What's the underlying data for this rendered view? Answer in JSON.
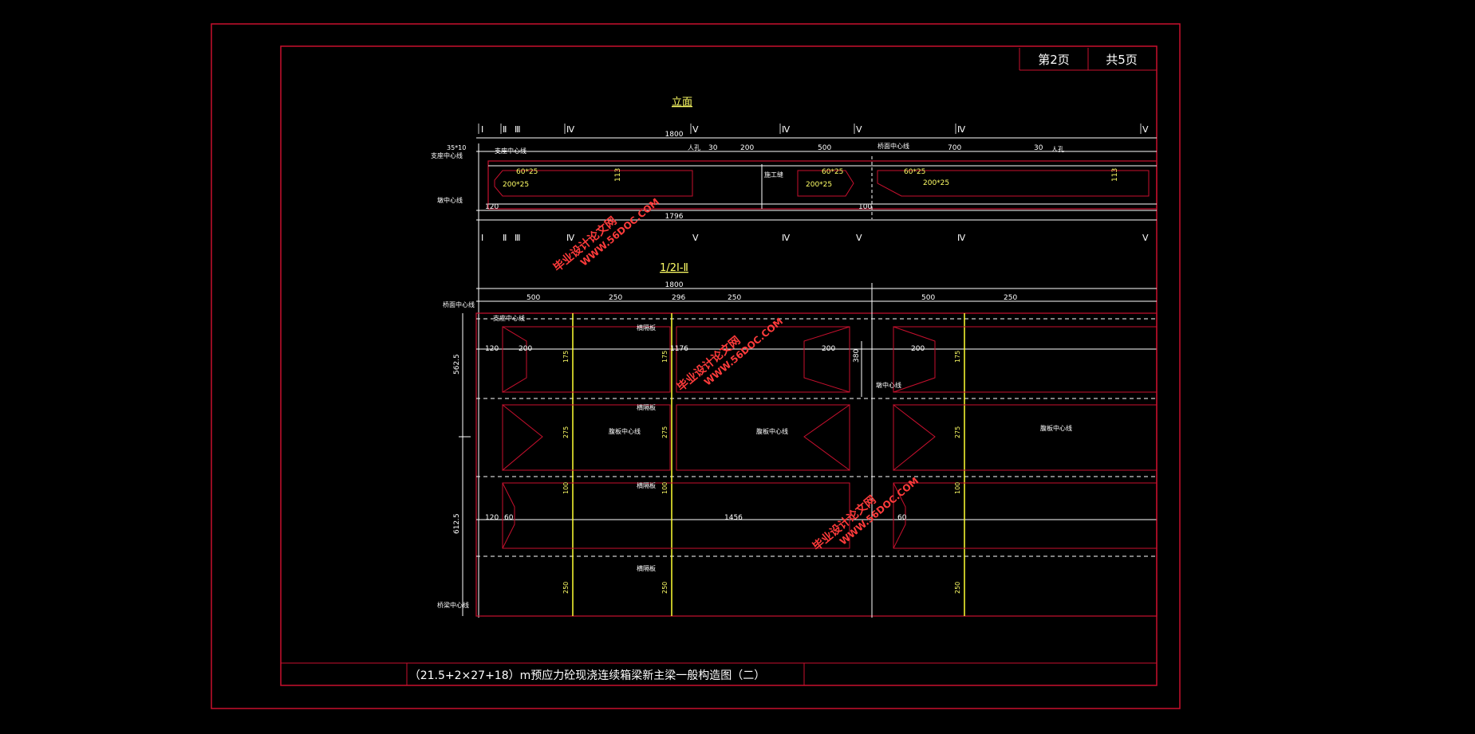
{
  "title_block": {
    "page_label": "第2页",
    "total_label": "共5页",
    "drawing_title": "（21.5+2×27+18）m预应力砼现浇连续箱梁新主梁一般构造图（二）"
  },
  "views": {
    "elevation_title": "立面",
    "plan_title": "1/2Ⅰ-Ⅱ"
  },
  "section_marks_top": [
    "Ⅰ",
    "Ⅱ",
    "Ⅲ",
    "Ⅳ",
    "Ⅴ",
    "Ⅳ",
    "Ⅴ",
    "Ⅳ",
    "Ⅴ"
  ],
  "section_marks_top2": [
    "Ⅰ",
    "Ⅱ",
    "Ⅲ",
    "Ⅳ",
    "Ⅴ",
    "Ⅳ",
    "Ⅴ",
    "Ⅳ",
    "Ⅴ"
  ],
  "elevation_dims": {
    "total_top": "1800",
    "total_bottom": "1796",
    "seg_200": "200",
    "seg_500": "500",
    "seg_700": "700",
    "seg_30": "30",
    "seg_30b": "30",
    "height_113": "113",
    "fillet_60x25": "60*25",
    "fillet_60x25b": "60*25",
    "fillet_60x25c": "60*25",
    "fillet_200x25": "200*25",
    "fillet_200x25b": "200*25",
    "fillet_200x25c": "200*25",
    "end_120": "120",
    "mid_100": "100",
    "note_a": "35*10",
    "note_b": "支座中心线",
    "note_c": "墩中心线",
    "note_d": "桥面中心线",
    "note_e": "支座中心线",
    "note_f": "人孔",
    "note_g": "人孔",
    "note_h": "施工缝"
  },
  "plan_dims": {
    "total_top": "1800",
    "seg_500": "500",
    "seg_250": "250",
    "seg_296": "296",
    "seg_250b": "250",
    "seg_500b": "500",
    "seg_250c": "250",
    "seg_120": "120",
    "seg_200": "200",
    "seg_1176": "1176",
    "seg_200b": "200",
    "seg_200c": "200",
    "seg_380": "380",
    "seg_1456": "1456",
    "seg_60": "60",
    "seg_60b": "60",
    "seg_120b": "120",
    "half_width_top": "562.5",
    "half_width_bot": "612.5",
    "v_175": "175",
    "v_275": "275",
    "v_100": "100",
    "v_250": "250",
    "note_bridge": "桥面中心线",
    "note_bearing": "支座中心线",
    "note_pier": "墩中心线",
    "note_web": "腹板中心线",
    "note_web2": "腹板中心线",
    "note_web3": "腹板中心线",
    "note_diag1": "横隔板",
    "note_diag2": "横隔板",
    "note_diag3": "横隔板",
    "note_diag4": "横隔板",
    "note_edge": "桥梁中心线"
  },
  "watermarks": [
    {
      "line1": "毕业设计论文网",
      "line2": "WWW.56DOC.COM"
    },
    {
      "line1": "毕业设计论文网",
      "line2": "WWW.56DOC.COM"
    },
    {
      "line1": "毕业设计论文网",
      "line2": "WWW.56DOC.COM"
    }
  ],
  "colors": {
    "background": "#000000",
    "frame": "#c8102e",
    "text": "#ffffff",
    "dims": "#ffff33",
    "watermark": "#ff3b3b"
  }
}
